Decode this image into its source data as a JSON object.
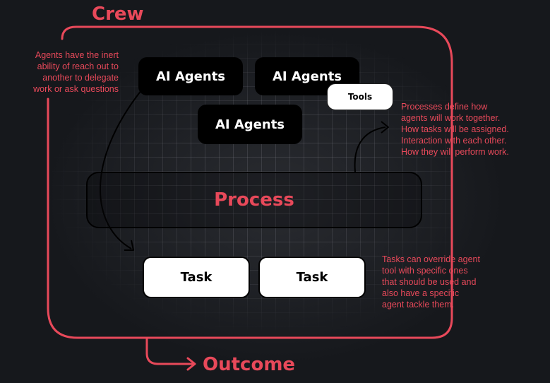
{
  "crew_label": "Crew",
  "outcome_label": "Outcome",
  "agents": [
    "AI Agents",
    "AI Agents",
    "AI Agents"
  ],
  "tools_label": "Tools",
  "process_label": "Process",
  "tasks": [
    "Task",
    "Task"
  ],
  "notes": {
    "agents": [
      "Agents have the inert",
      "ability of reach out to",
      "another to delegate",
      "work or ask questions"
    ],
    "process": [
      "Processes define how",
      "agents will work together.",
      "How tasks will be assigned.",
      "Interaction with each other.",
      "How they will perform work."
    ],
    "tasks": [
      "Tasks can override agent",
      "tool with specific ones",
      "that should be used and",
      "also have a specific",
      "agent tackle them."
    ]
  },
  "colors": {
    "accent": "#e8495a",
    "background": "#16181c"
  }
}
